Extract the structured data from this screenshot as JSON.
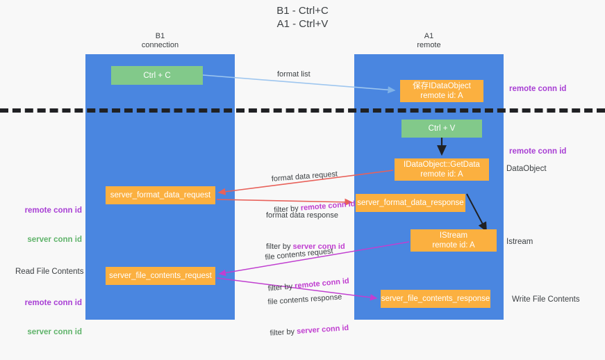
{
  "title": "B1 - Ctrl+C\nA1 - Ctrl+V",
  "lanes": [
    {
      "id": "b1",
      "header": "B1\nconnection"
    },
    {
      "id": "a1",
      "header": "A1\nremote"
    }
  ],
  "nodes": {
    "ctrl_c": "Ctrl + C",
    "idataobject": "保存IDataObject\nremote id: A",
    "ctrl_v": "Ctrl + V",
    "getdata": "IDataObject::GetData\nremote id: A",
    "server_format_data_request": "server_format_data_request",
    "server_format_data_response": "server_format_data_response",
    "istream": "IStream\nremote id: A",
    "server_file_contents_request": "server_file_contents_request",
    "server_file_contents_response": "server_file_contents_response"
  },
  "side_labels": {
    "remote_conn_id_top": "remote conn id",
    "remote_conn_id_mid": "remote conn id",
    "dataobject": "DataObject",
    "istream": "Istream",
    "write_file_contents": "Write File Contents",
    "read_file_contents": "Read File Contents",
    "remote_conn_id_left_a": "remote conn id",
    "server_conn_id_left_a": "server conn id",
    "remote_conn_id_left_b": "remote conn id",
    "server_conn_id_left_b": "server conn id"
  },
  "edge_labels": {
    "format_list": "format list",
    "format_data_request": "format data request",
    "format_data_request_filter_prefix": "filter by ",
    "format_data_request_filter_key": "remote conn id",
    "format_data_response": "format data response",
    "format_data_response_filter_prefix": "filter by ",
    "format_data_response_filter_key": "server conn id",
    "file_contents_request": "file contents request",
    "file_contents_request_filter_prefix": "filter by ",
    "file_contents_request_filter_key": "remote conn id",
    "file_contents_response": "file contents response",
    "file_contents_response_filter_prefix": "filter by ",
    "file_contents_response_filter_key": "server conn id"
  },
  "colors": {
    "lane": "#4a86e0",
    "green_node": "#82c98a",
    "orange_node": "#fbb040",
    "purple_text": "#a83fd4",
    "green_text": "#5fb36a",
    "magenta_edge": "#c03fd0",
    "red_edge": "#e8615a",
    "blue_edge": "#9ec6ef",
    "divider": "#202124",
    "background": "#f8f8f8"
  }
}
